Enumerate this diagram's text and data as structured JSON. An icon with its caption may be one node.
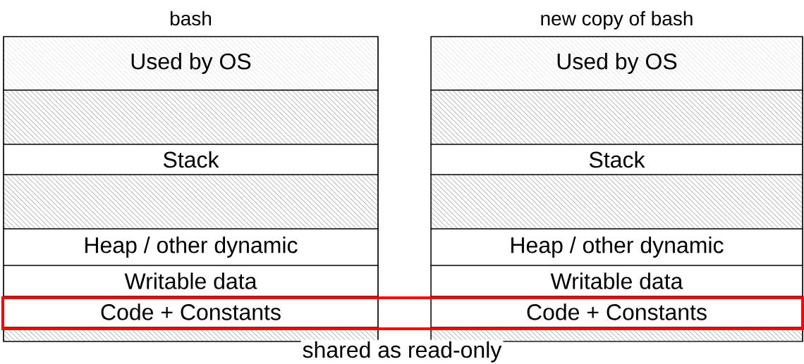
{
  "diagram": {
    "nodes": [
      {
        "text": [
          "bash"
        ]
      },
      {
        "text": [
          "Used by OS"
        ],
        "in": 0
      },
      {
        "text": [],
        "shape": "box",
        "in": 0
      },
      {
        "text": [
          "Stack"
        ],
        "in": 0
      },
      {
        "text": [],
        "shape": "box",
        "in": 0
      },
      {
        "text": [
          "Heap / other dynamic"
        ],
        "in": 0
      },
      {
        "text": [
          "Writable data"
        ],
        "in": 0
      },
      {
        "text": [
          "Code + Constants"
        ]
      },
      {
        "text": [],
        "shape": "box"
      },
      {
        "text": [
          "new copy of bash"
        ]
      },
      {
        "text": [
          "Used by OS"
        ],
        "in": 9
      },
      {
        "text": [],
        "shape": "box",
        "in": 9
      },
      {
        "text": [
          "Stack"
        ],
        "in": 9
      },
      {
        "text": [],
        "shape": "box",
        "in": 9
      },
      {
        "text": [
          "Heap / other dynamic"
        ],
        "in": 9
      },
      {
        "text": [
          "Writable data"
        ],
        "in": 9
      },
      {
        "text": [
          "Code + Constants"
        ]
      },
      {
        "text": [],
        "shape": "box"
      },
      {
        "text": [
          "shared as read-only"
        ]
      }
    ]
  }
}
